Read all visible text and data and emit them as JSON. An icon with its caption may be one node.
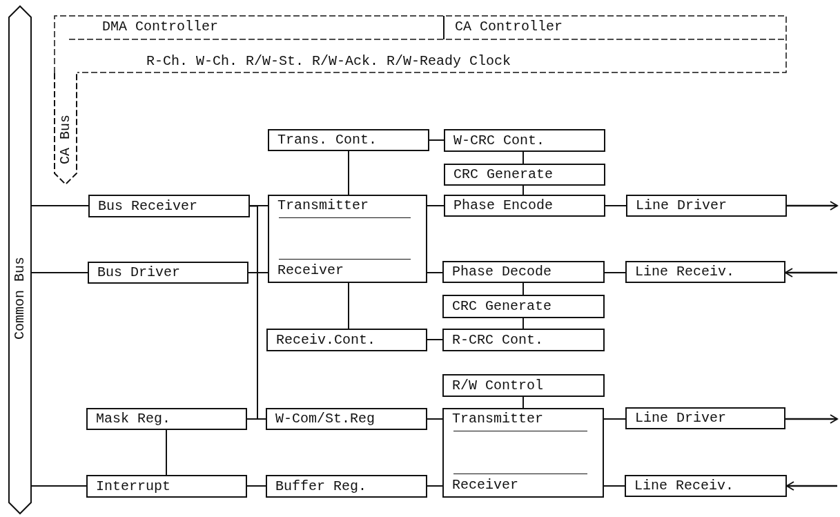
{
  "diagram": {
    "nodes": [
      {
        "text": [
          "Common Bus"
        ]
      },
      {
        "text": [
          "R-Ch. W-Ch. R/W-St. R/W-Ack. R/W-Ready Clock"
        ]
      },
      {
        "text": [
          "DMA Controller"
        ],
        "in": 1
      },
      {
        "text": [
          "CA Controller"
        ],
        "in": 1
      },
      {
        "text": [
          "CA Bus"
        ]
      },
      {
        "text": [
          "Trans. Cont."
        ]
      },
      {
        "text": [
          "W-CRC Cont."
        ]
      },
      {
        "text": [
          "CRC Generate"
        ]
      },
      {
        "text": [
          "Bus Receiver"
        ]
      },
      {
        "text": [
          "Transmitter",
          "Receiver"
        ]
      },
      {
        "text": [
          "Phase Encode"
        ]
      },
      {
        "text": [
          "Line Driver"
        ]
      },
      {
        "text": [
          "Bus Driver"
        ]
      },
      {
        "text": [
          "Phase Decode"
        ]
      },
      {
        "text": [
          "Line Receiv."
        ]
      },
      {
        "text": [
          "CRC Generate"
        ]
      },
      {
        "text": [
          "Receiv.Cont."
        ]
      },
      {
        "text": [
          "R-CRC Cont."
        ]
      },
      {
        "text": [
          "R/W Control"
        ]
      },
      {
        "text": [
          "Mask Reg."
        ]
      },
      {
        "text": [
          "W-Com/St.Reg"
        ]
      },
      {
        "text": [
          "Transmitter",
          "Receiver"
        ]
      },
      {
        "text": [
          "Line Driver"
        ]
      },
      {
        "text": [
          "Interrupt"
        ]
      },
      {
        "text": [
          "Buffer Reg."
        ]
      },
      {
        "text": [
          "Line Receiv."
        ]
      }
    ],
    "edges": [
      {
        "from": 0,
        "to": 8,
        "arrow": "none"
      },
      {
        "from": 0,
        "to": 12,
        "arrow": "none"
      },
      {
        "from": 0,
        "to": 23,
        "arrow": "none"
      },
      {
        "from": 8,
        "to": 9,
        "arrow": "none"
      },
      {
        "from": 12,
        "to": 9,
        "arrow": "none"
      },
      {
        "from": 8,
        "to": 20,
        "arrow": "none"
      },
      {
        "from": 19,
        "to": 20,
        "arrow": "none"
      },
      {
        "from": 5,
        "to": 9,
        "arrow": "none"
      },
      {
        "from": 5,
        "to": 6,
        "arrow": "none"
      },
      {
        "from": 6,
        "to": 7,
        "arrow": "none"
      },
      {
        "from": 7,
        "to": 10,
        "arrow": "none"
      },
      {
        "from": 9,
        "to": 10,
        "arrow": "none"
      },
      {
        "from": 9,
        "to": 13,
        "arrow": "none"
      },
      {
        "from": 10,
        "to": 11,
        "arrow": "none"
      },
      {
        "from": 11,
        "to": null,
        "arrow": "to"
      },
      {
        "from": null,
        "to": 14,
        "arrow": "to"
      },
      {
        "from": 13,
        "to": 14,
        "arrow": "none"
      },
      {
        "from": 13,
        "to": 15,
        "arrow": "none"
      },
      {
        "from": 15,
        "to": 17,
        "arrow": "none"
      },
      {
        "from": 9,
        "to": 16,
        "arrow": "none"
      },
      {
        "from": 16,
        "to": 17,
        "arrow": "none"
      },
      {
        "from": 18,
        "to": 21,
        "arrow": "none"
      },
      {
        "from": 20,
        "to": 21,
        "arrow": "none"
      },
      {
        "from": 21,
        "to": 22,
        "arrow": "none"
      },
      {
        "from": 22,
        "to": null,
        "arrow": "to"
      },
      {
        "from": 24,
        "to": 21,
        "arrow": "none"
      },
      {
        "from": 21,
        "to": 25,
        "arrow": "none"
      },
      {
        "from": null,
        "to": 25,
        "arrow": "to"
      },
      {
        "from": 19,
        "to": 23,
        "arrow": "none"
      },
      {
        "from": 23,
        "to": 24,
        "arrow": "none"
      }
    ]
  }
}
